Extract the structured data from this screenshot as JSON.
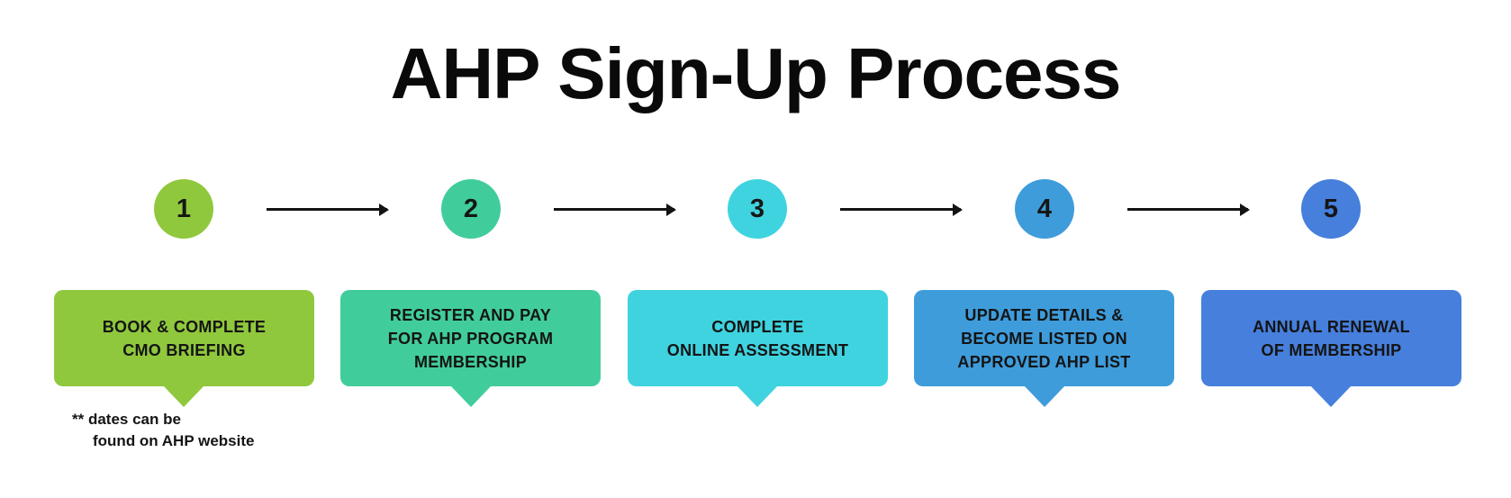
{
  "title": "AHP Sign-Up Process",
  "steps": [
    {
      "number": "1",
      "label": "BOOK & COMPLETE\nCMO BRIEFING",
      "color": "#90C83D"
    },
    {
      "number": "2",
      "label": "REGISTER AND PAY\nFOR AHP PROGRAM\nMEMBERSHIP",
      "color": "#41CD9B"
    },
    {
      "number": "3",
      "label": "COMPLETE\nONLINE ASSESSMENT",
      "color": "#3FD3E0"
    },
    {
      "number": "4",
      "label": "UPDATE DETAILS &\nBECOME LISTED ON\nAPPROVED AHP LIST",
      "color": "#3E9CDB"
    },
    {
      "number": "5",
      "label": "ANNUAL RENEWAL\nOF MEMBERSHIP",
      "color": "#467FDC"
    }
  ],
  "footnote": {
    "line1": "** dates can be",
    "line2": "found on AHP website"
  },
  "arrow_color": "#131313"
}
